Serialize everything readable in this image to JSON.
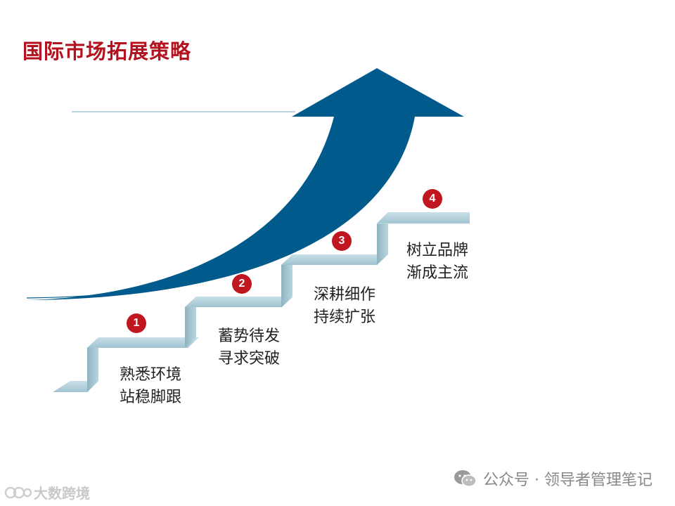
{
  "title": "国际市场拓展策略",
  "colors": {
    "title": "#b3121f",
    "arrow": "#005a8c",
    "steps": "#a9cad6",
    "badge": "#c0161f"
  },
  "steps": [
    {
      "number": "1",
      "line1": "熟悉环境",
      "line2": "站稳脚跟"
    },
    {
      "number": "2",
      "line1": "蓄势待发",
      "line2": "寻求突破"
    },
    {
      "number": "3",
      "line1": "深耕细作",
      "line2": "持续扩张"
    },
    {
      "number": "4",
      "line1": "树立品牌",
      "line2": "渐成主流"
    }
  ],
  "watermark": {
    "text": "公众号 · 领导者管理笔记",
    "icon": "wechat-icon"
  },
  "corner_logo": {
    "text": "大数跨境",
    "icon": "logo-icon"
  }
}
